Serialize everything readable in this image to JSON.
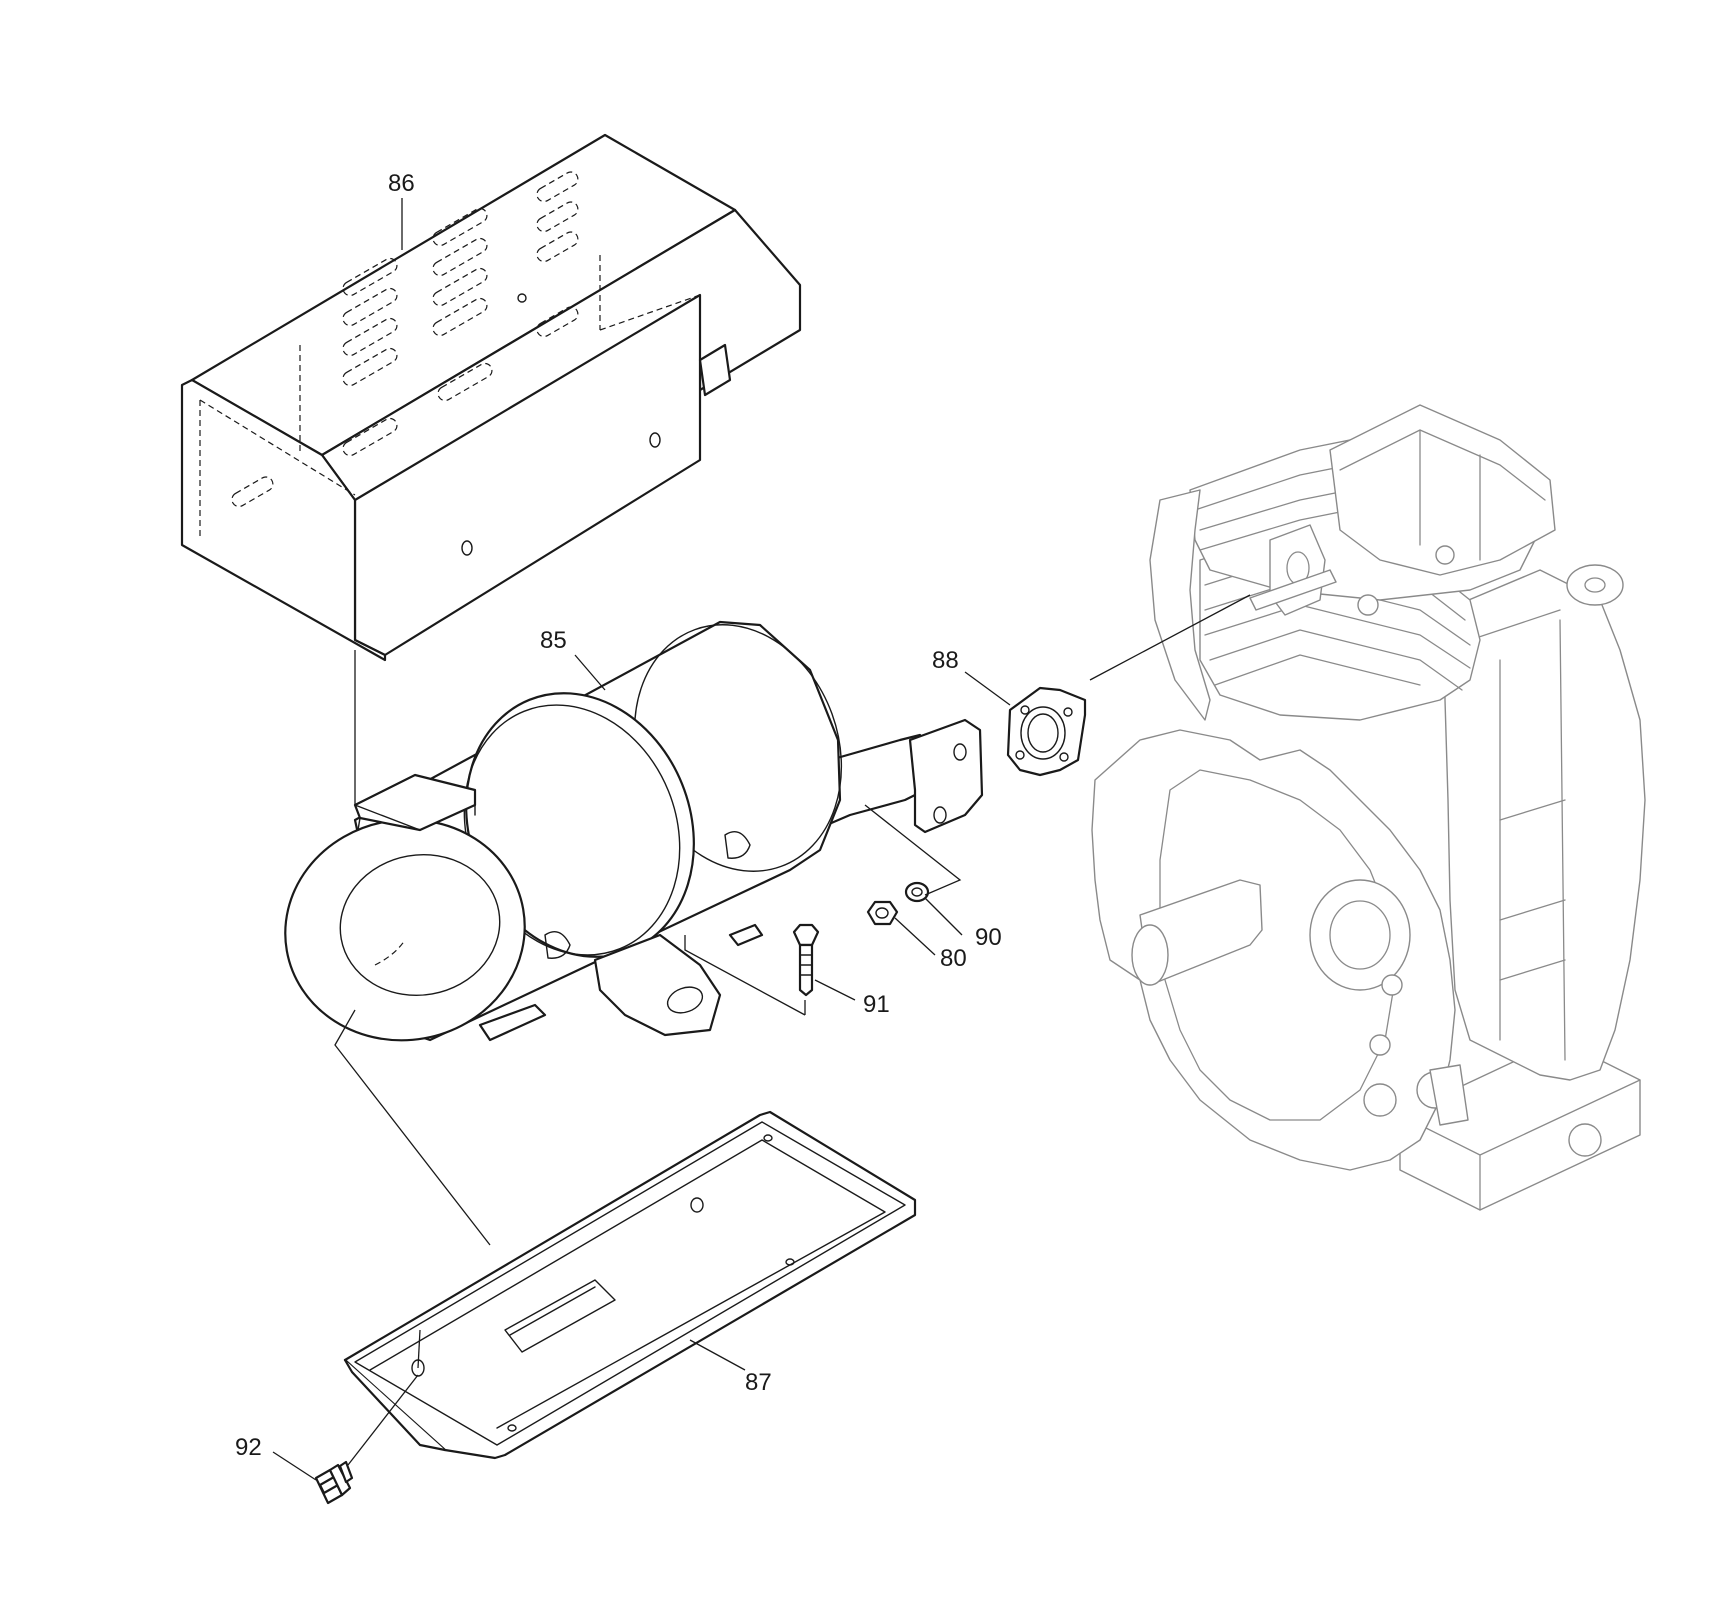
{
  "callouts": {
    "c85": "85",
    "c86": "86",
    "c87": "87",
    "c88": "88",
    "c90": "90",
    "c80": "80",
    "c91": "91",
    "c92": "92"
  },
  "colors": {
    "part_line": "#1a1a1a",
    "engine_line": "#8a8a8a",
    "background": "#ffffff"
  }
}
